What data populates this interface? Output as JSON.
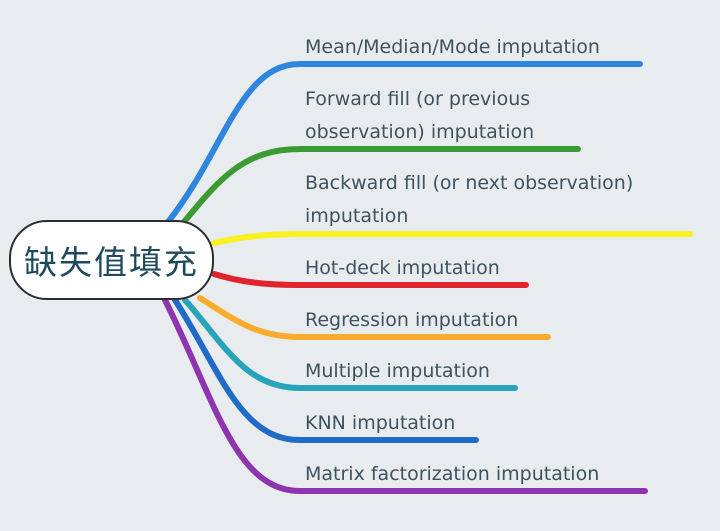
{
  "root": {
    "label": "缺失值填充"
  },
  "branches": [
    {
      "label": "Mean/Median/Mode imputation",
      "color": "#2e86de"
    },
    {
      "label": "Forward fill (or previous",
      "label2": "observation) imputation",
      "color": "#3c9a35"
    },
    {
      "label": "Backward fill (or next observation)",
      "label2": "imputation",
      "color": "#f9f21e"
    },
    {
      "label": "Hot-deck imputation",
      "color": "#e0242c"
    },
    {
      "label": "Regression imputation",
      "color": "#f7ac2b"
    },
    {
      "label": "Multiple imputation",
      "color": "#27a4b9"
    },
    {
      "label": "KNN imputation",
      "color": "#1f6bc7"
    },
    {
      "label": "Matrix factorization imputation",
      "color": "#8e35ae"
    }
  ]
}
